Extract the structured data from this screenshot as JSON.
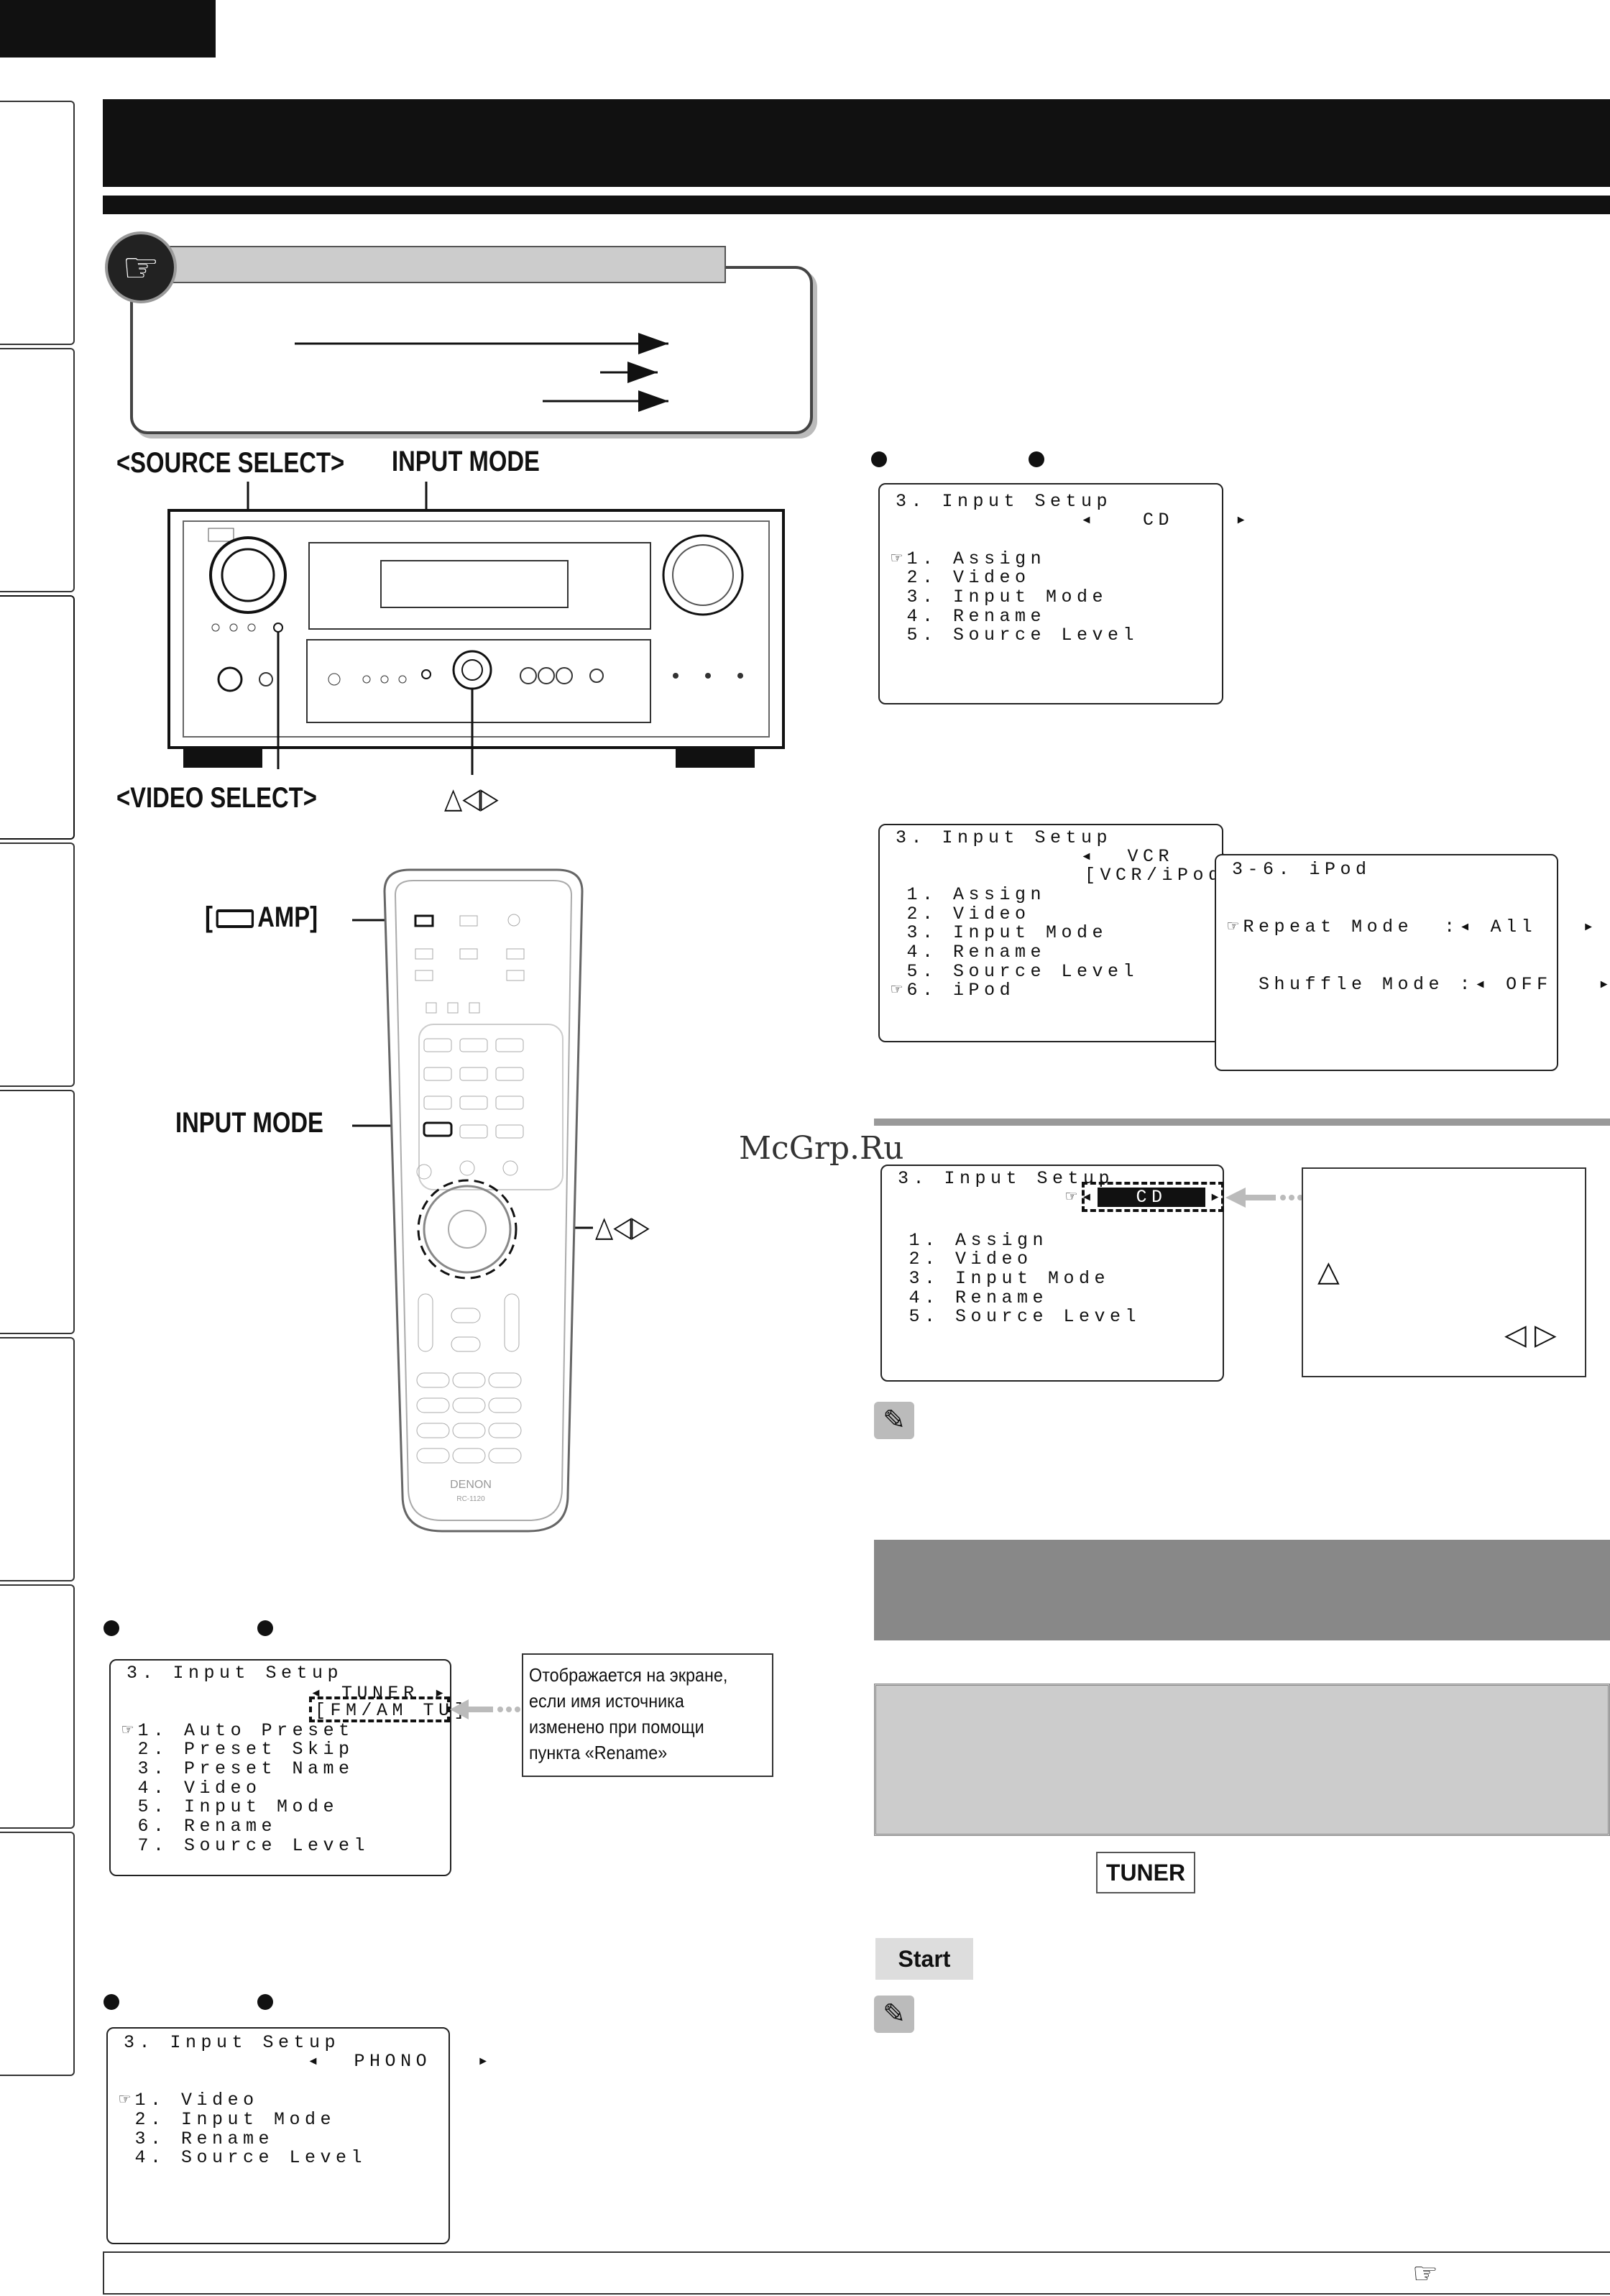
{
  "labels": {
    "source_select": "<SOURCE SELECT>",
    "input_mode_top": "INPUT MODE",
    "video_select": "<VIDEO SELECT>",
    "cursor_keys": "△◁▷",
    "amp_button_open": "[",
    "amp_button_close": "AMP]",
    "input_mode_remote": "INPUT MODE",
    "cursor_keys_remote": "△◁▷"
  },
  "screens": {
    "cd": {
      "title": "3. Input Setup",
      "source": "◂   CD    ▸",
      "items": [
        "☞1. Assign",
        " 2. Video",
        " 3. Input Mode",
        " 4. Rename",
        " 5. Source Level"
      ]
    },
    "vcr": {
      "title": "3. Input Setup",
      "source": "◂  VCR   ▸",
      "name": "[VCR/iPod]",
      "items": [
        " 1. Assign",
        " 2. Video",
        " 3. Input Mode",
        " 4. Rename",
        " 5. Source Level",
        "☞6. iPod"
      ]
    },
    "ipod": {
      "title": "3-6. iPod",
      "rows": [
        "☞Repeat Mode  :◂ All   ▸",
        "  Shuffle Mode :◂ OFF   ▸"
      ]
    },
    "cd_selected": {
      "title": "3. Input Setup",
      "source_prefix": "☞◂",
      "source": "CD",
      "source_suffix": "▸",
      "items": [
        " 1. Assign",
        " 2. Video",
        " 3. Input Mode",
        " 4. Rename",
        " 5. Source Level"
      ]
    },
    "tuner": {
      "title": "3. Input Setup",
      "source": "◂ TUNER ▸",
      "name": "[FM/AM TU]",
      "items": [
        "☞1. Auto Preset",
        " 2. Preset Skip",
        " 3. Preset Name",
        " 4. Video",
        " 5. Input Mode",
        " 6. Rename",
        " 7. Source Level"
      ]
    },
    "phono": {
      "title": "3. Input Setup",
      "source": "◂  PHONO   ▸",
      "items": [
        "☞1. Video",
        " 2. Input Mode",
        " 3. Rename",
        " 4. Source Level"
      ]
    }
  },
  "callouts": {
    "tuner_note": [
      "Отображается на экране,",
      "если имя источника",
      "изменено при помощи",
      "пункта «Rename»"
    ],
    "cd_note_triangle": "△",
    "cd_note_arrows": "◁ ▷"
  },
  "watermark": "McGrp.Ru",
  "buttons": {
    "tuner": "TUNER",
    "start": "Start"
  },
  "remote": {
    "brand": "DENON",
    "model": "RC-1120"
  },
  "icons": {
    "hand": "☞",
    "pencil": "✎"
  }
}
